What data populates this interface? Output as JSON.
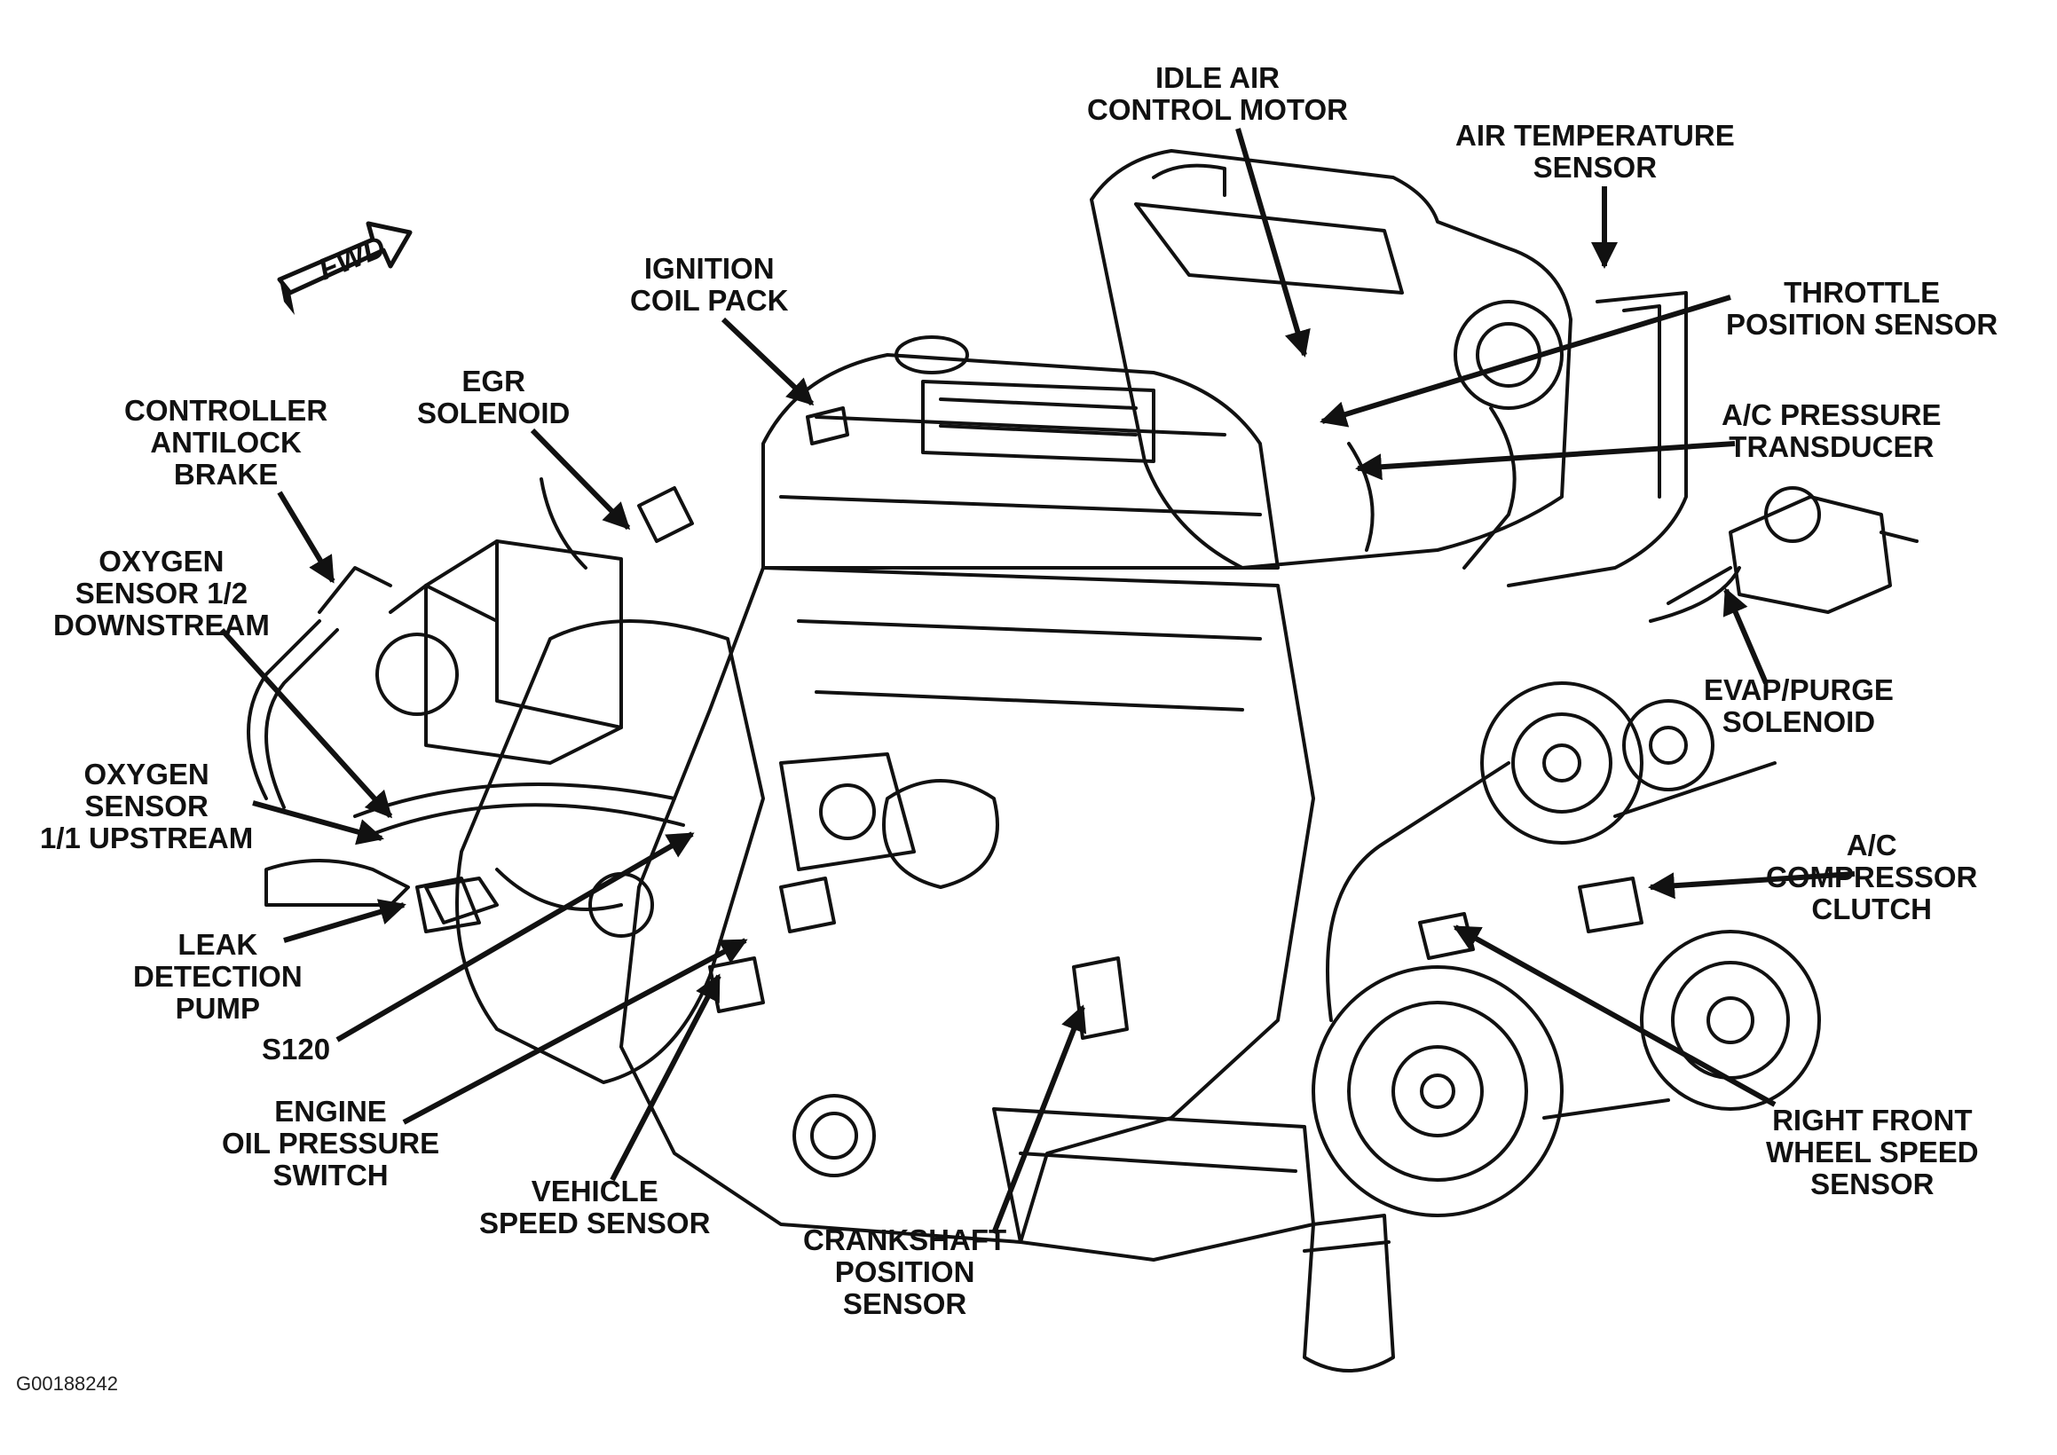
{
  "figure_id": "G00188242",
  "fwd_badge": "FWD",
  "labels": {
    "idle_air": "IDLE AIR\nCONTROL MOTOR",
    "air_temp": "AIR TEMPERATURE\nSENSOR",
    "ignition_coil": "IGNITION\nCOIL PACK",
    "throttle_pos": "THROTTLE\nPOSITION SENSOR",
    "egr": "EGR\nSOLENOID",
    "ac_pressure": "A/C PRESSURE\nTRANSDUCER",
    "controller_abs": "CONTROLLER\nANTILOCK\nBRAKE",
    "o2_12": "OXYGEN\nSENSOR 1/2\nDOWNSTREAM",
    "evap": "EVAP/PURGE\nSOLENOID",
    "o2_11": "OXYGEN\nSENSOR\n1/1 UPSTREAM",
    "ac_clutch": "A/C\nCOMPRESSOR\nCLUTCH",
    "leak_pump": "LEAK\nDETECTION\nPUMP",
    "s120": "S120",
    "oil_switch": "ENGINE\nOIL PRESSURE\nSWITCH",
    "vss": "VEHICLE\nSPEED SENSOR",
    "crank": "CRANKSHAFT\nPOSITION\nSENSOR",
    "rf_wheel": "RIGHT FRONT\nWHEEL SPEED\nSENSOR"
  }
}
